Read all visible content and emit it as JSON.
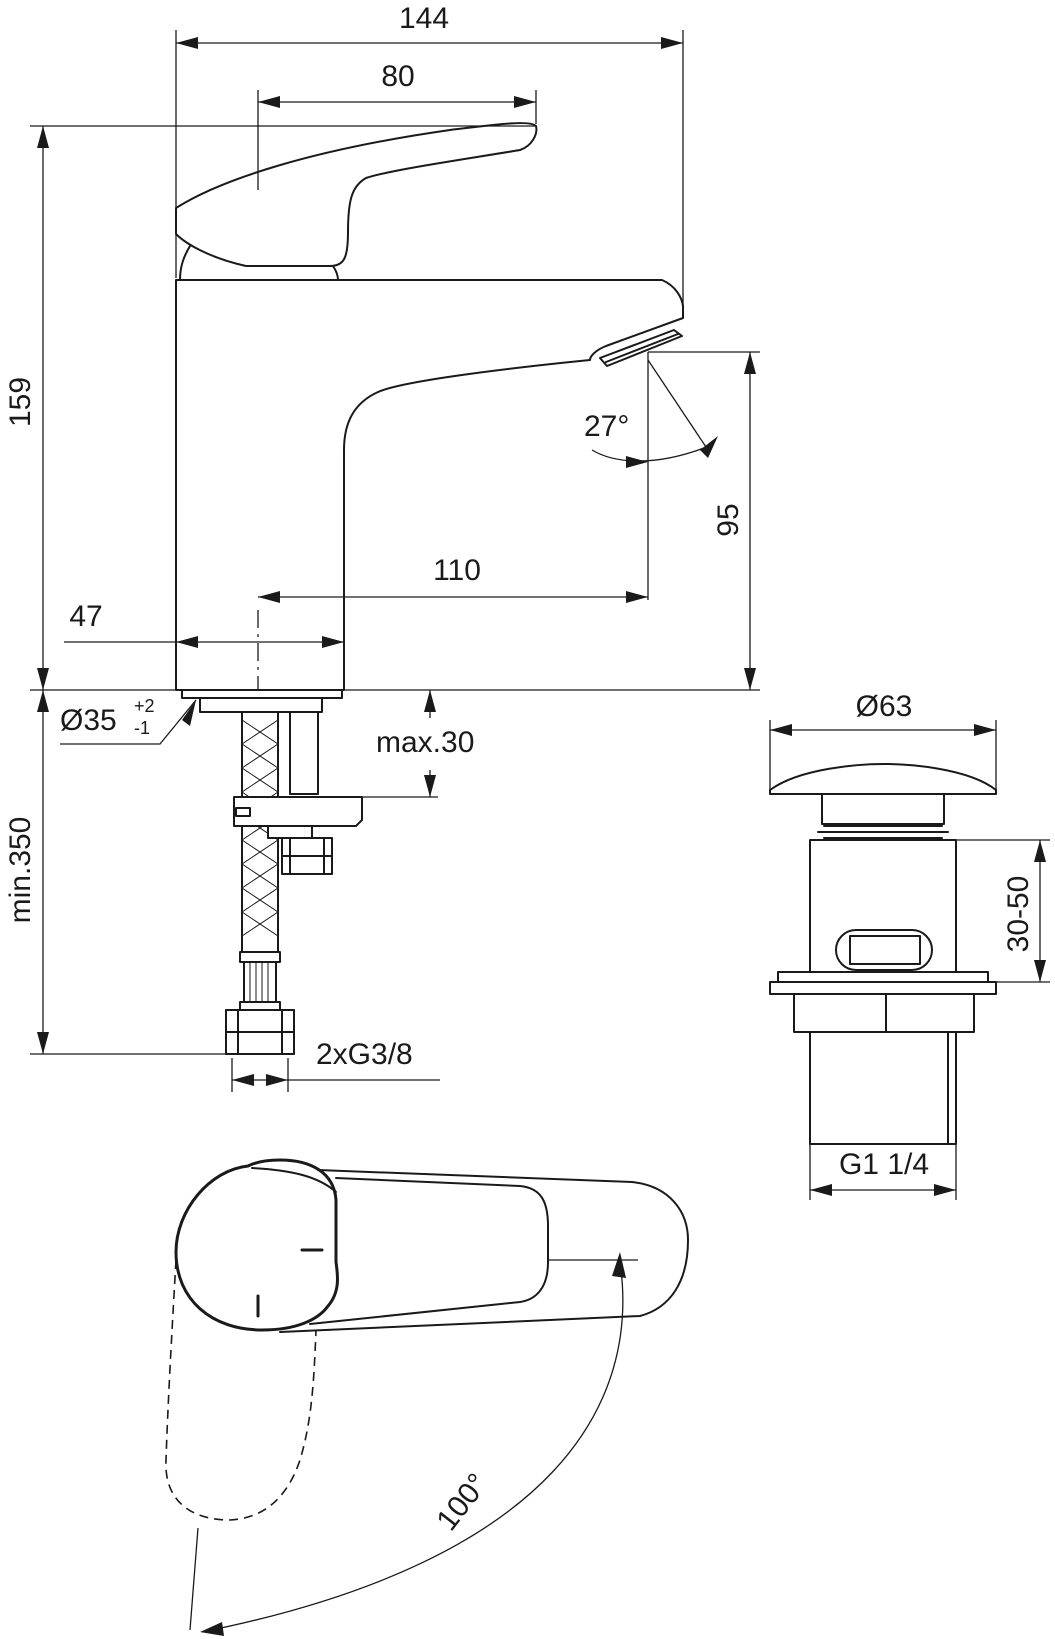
{
  "dimensions": {
    "width_total": "144",
    "handle_reach": "80",
    "height_total": "159",
    "spout_height": "95",
    "spout_projection": "110",
    "base_offset": "47",
    "base_diameter": "Ø35",
    "tolerance_plus": "+2",
    "tolerance_minus": "-1",
    "deck_thickness": "max.30",
    "hose_length": "min.350",
    "connection_thread": "2xG3/8",
    "spray_angle": "27°",
    "waste_diameter": "Ø63",
    "waste_range": "30-50",
    "waste_thread": "G1 1/4",
    "handle_rotation": "100°"
  }
}
